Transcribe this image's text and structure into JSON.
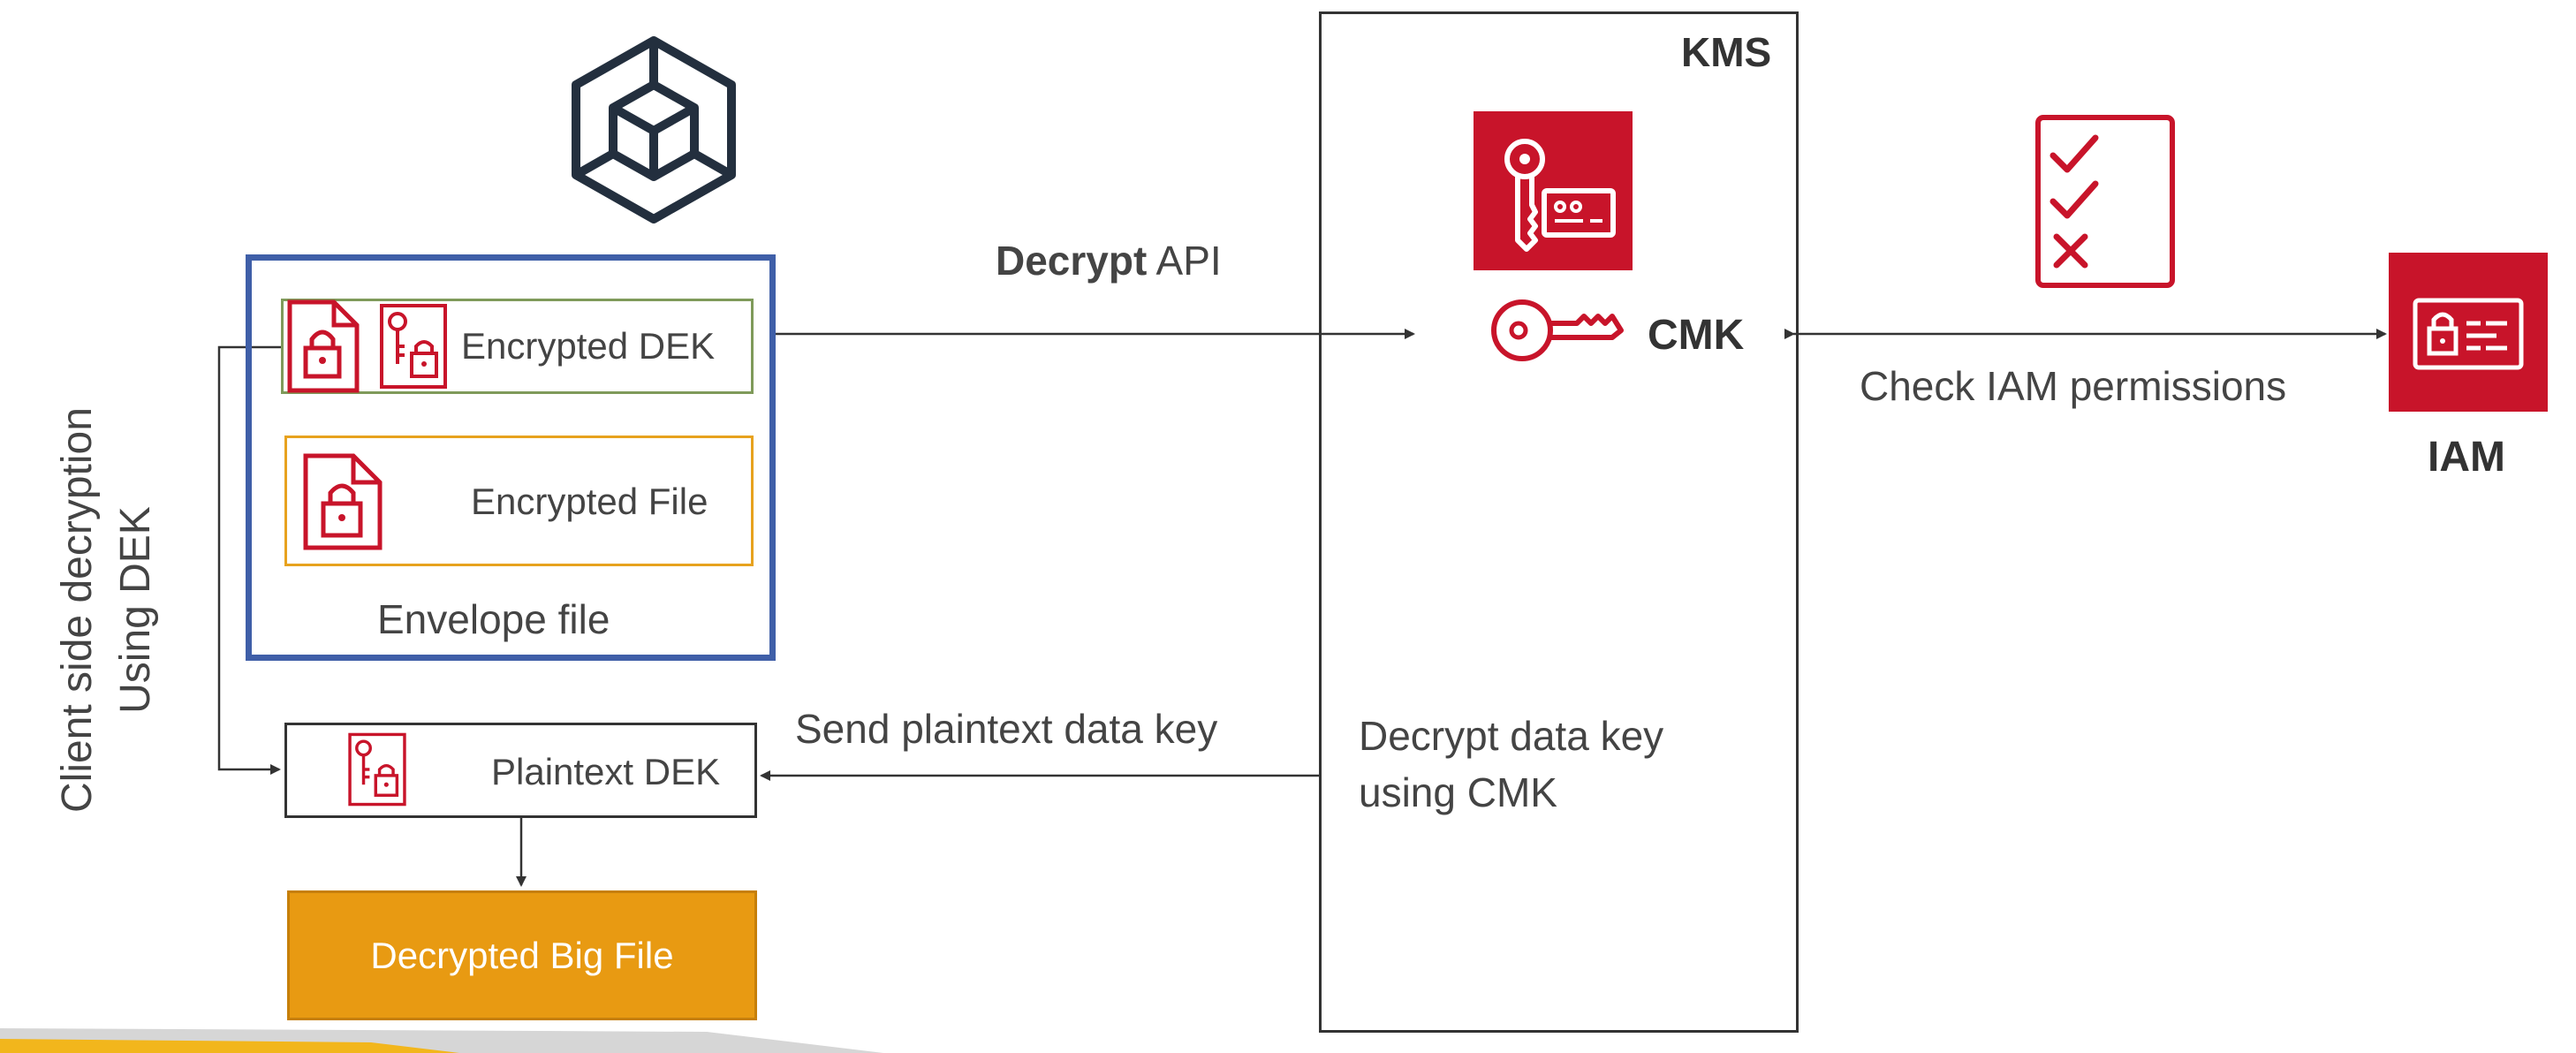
{
  "kms": {
    "title": "KMS",
    "cmk_label": "CMK",
    "decrypt_note_line1": "Decrypt data key",
    "decrypt_note_line2": "using CMK"
  },
  "envelope": {
    "label": "Envelope file",
    "encrypted_dek": "Encrypted DEK",
    "encrypted_file": "Encrypted File"
  },
  "arrows": {
    "decrypt_bold": "Decrypt",
    "decrypt_api": "API",
    "send_plaintext": "Send plaintext data key",
    "check_iam": "Check IAM permissions"
  },
  "iam": {
    "label": "IAM"
  },
  "client": {
    "line1": "Client side decryption",
    "line2": "Using DEK"
  },
  "plaintext_dek": "Plaintext DEK",
  "decrypted_file": "Decrypted Big File",
  "colors": {
    "aws_red": "#c8142a",
    "envelope_blue": "#3f5fa8",
    "orange": "#e89a12",
    "dek_green": "#7f9a5a",
    "navy_icon": "#232f3e"
  },
  "icons": [
    "sdk-cube-icon",
    "document-lock-icon",
    "key-lock-icon",
    "kms-key-icon",
    "cmk-key-icon",
    "checklist-icon",
    "iam-identity-icon"
  ]
}
